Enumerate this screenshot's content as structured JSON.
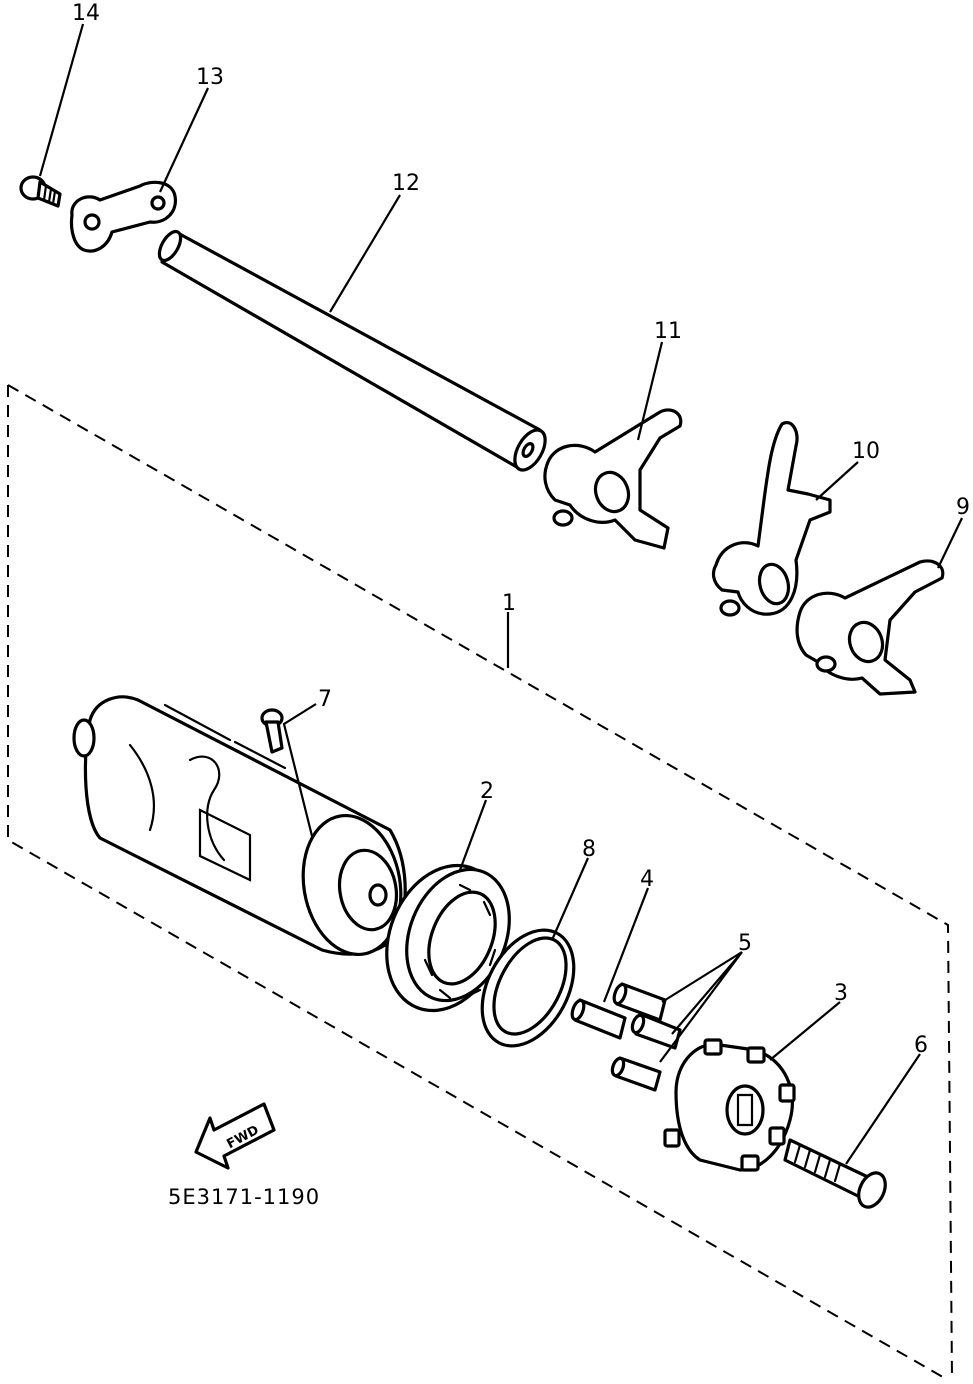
{
  "diagram": {
    "callouts": [
      {
        "id": "1",
        "label": "1"
      },
      {
        "id": "2",
        "label": "2"
      },
      {
        "id": "3",
        "label": "3"
      },
      {
        "id": "4",
        "label": "4"
      },
      {
        "id": "5",
        "label": "5"
      },
      {
        "id": "6",
        "label": "6"
      },
      {
        "id": "7",
        "label": "7"
      },
      {
        "id": "8",
        "label": "8"
      },
      {
        "id": "9",
        "label": "9"
      },
      {
        "id": "10",
        "label": "10"
      },
      {
        "id": "11",
        "label": "11"
      },
      {
        "id": "12",
        "label": "12"
      },
      {
        "id": "13",
        "label": "13"
      },
      {
        "id": "14",
        "label": "14"
      }
    ],
    "forward_arrow_label": "FWD",
    "drawing_code": "5E3171-1190"
  }
}
